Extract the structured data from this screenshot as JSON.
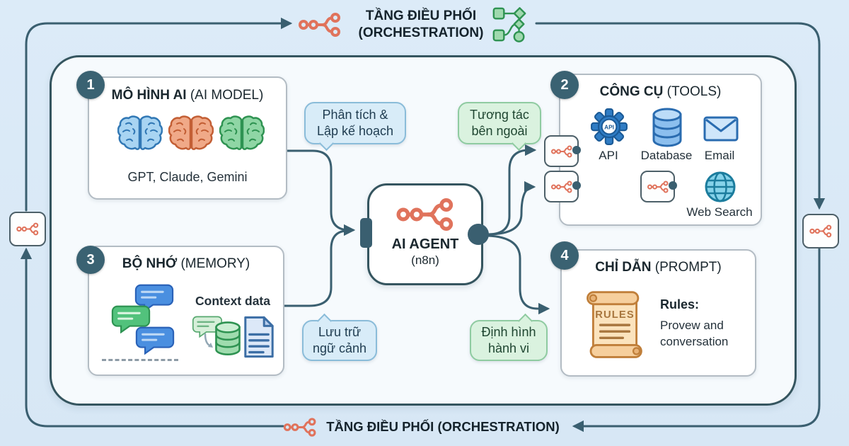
{
  "page": {
    "background": "#d9e8f6",
    "line_color": "#3a5f70",
    "accent_coral": "#e0735c",
    "icon_blue": "#2f7cc4",
    "icon_green": "#2f9352"
  },
  "orchestration_top": {
    "line1": "TẦNG ĐIỀU PHỐI",
    "line2": "(ORCHESTRATION)"
  },
  "orchestration_bottom": {
    "label": "TẦNG ĐIỀU PHỐI (ORCHESTRATION)"
  },
  "agent": {
    "title": "AI AGENT",
    "subtitle": "(n8n)"
  },
  "boxes": {
    "model": {
      "number": "1",
      "title_vi": "MÔ HÌNH AI",
      "title_en": " (AI MODEL)",
      "caption": "GPT, Claude, Gemini"
    },
    "tools": {
      "number": "2",
      "title_vi": "CÔNG CỤ",
      "title_en": " (TOOLS)",
      "api_badge": "API",
      "labels": {
        "api": "API",
        "database": "Database",
        "email": "Email",
        "web": "Web Search"
      }
    },
    "memory": {
      "number": "3",
      "title_vi": "BỘ NHỚ",
      "title_en": " (MEMORY)",
      "caption": "Context data"
    },
    "prompt": {
      "number": "4",
      "title_vi": "CHỈ DẪN",
      "title_en": " (PROMPT)",
      "scroll_label": "RULES",
      "rules_title": "Rules:",
      "rules_line1": "Provew and",
      "rules_line2": "conversation"
    }
  },
  "bubbles": {
    "analyze": {
      "line1": "Phân tích &",
      "line2": "Lập kế hoạch"
    },
    "interact": {
      "line1": "Tương tác",
      "line2": "bên ngoài"
    },
    "store": {
      "line1": "Lưu trữ",
      "line2": "ngữ cảnh"
    },
    "behavior": {
      "line1": "Định hình",
      "line2": "hành vi"
    }
  }
}
